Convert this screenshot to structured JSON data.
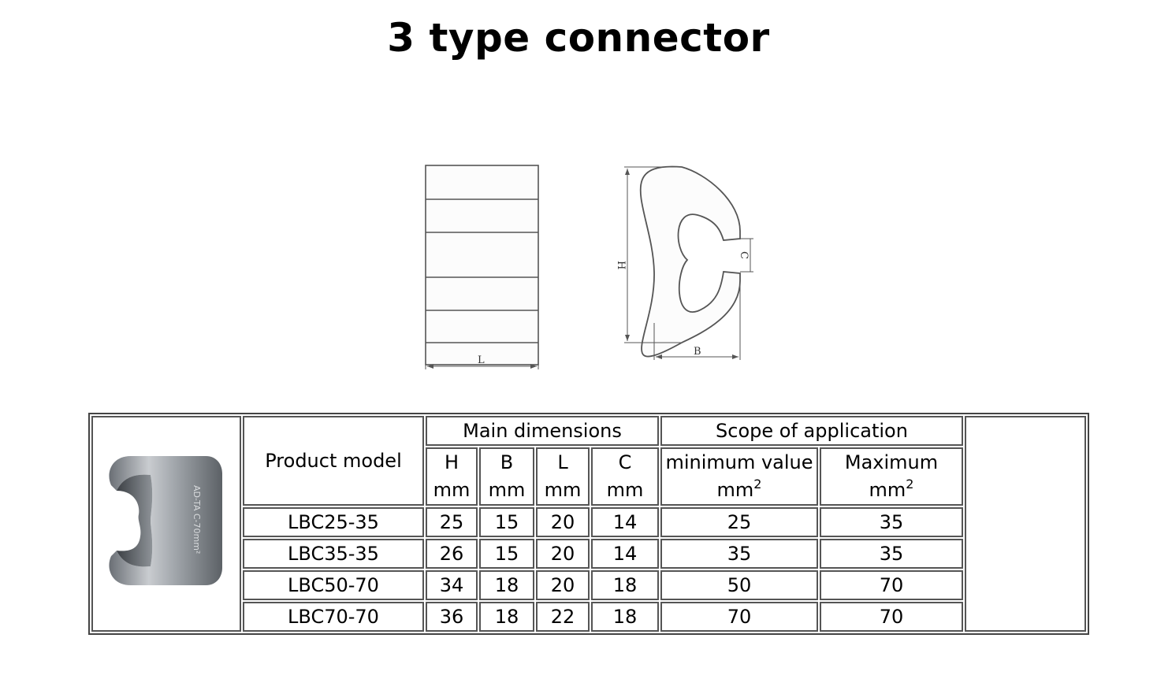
{
  "title": "3 type connector",
  "drawing": {
    "label_l": "L",
    "label_h": "H",
    "label_b": "B",
    "label_c": "C"
  },
  "photo": {
    "engraving": "AD-TA C-70mm²"
  },
  "table": {
    "product_model_header": "Product model",
    "main_dimensions_header": "Main dimensions",
    "scope_header": "Scope of application",
    "dim_columns": [
      {
        "letter": "H",
        "unit": "mm"
      },
      {
        "letter": "B",
        "unit": "mm"
      },
      {
        "letter": "L",
        "unit": "mm"
      },
      {
        "letter": "C",
        "unit": "mm"
      }
    ],
    "min_header": "minimum value",
    "max_header": "Maximum",
    "area_unit": "mm",
    "area_exp": "2",
    "rows": [
      {
        "model": "LBC25-35",
        "H": "25",
        "B": "15",
        "L": "20",
        "C": "14",
        "min": "25",
        "max": "35"
      },
      {
        "model": "LBC35-35",
        "H": "26",
        "B": "15",
        "L": "20",
        "C": "14",
        "min": "35",
        "max": "35"
      },
      {
        "model": "LBC50-70",
        "H": "34",
        "B": "18",
        "L": "20",
        "C": "18",
        "min": "50",
        "max": "70"
      },
      {
        "model": "LBC70-70",
        "H": "36",
        "B": "18",
        "L": "22",
        "C": "18",
        "min": "70",
        "max": "70"
      }
    ]
  }
}
